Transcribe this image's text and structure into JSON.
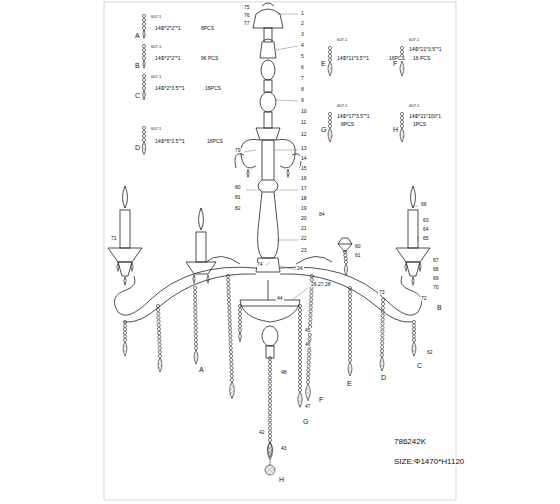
{
  "diagram": {
    "labels": [
      "A",
      "607-1",
      "14Φ*2*2\"*1",
      "8PCS",
      "B",
      "607-1",
      "14Φ*2*2\"*1",
      "96 PCS",
      "C",
      "607-1",
      "14Φ*2*3.5\"*1",
      "16PCS",
      "D",
      "607-1",
      "14Φ*6*3.5\"*1",
      "16PCS",
      "E",
      "607-1",
      "14Φ*11*3.5\"*1",
      "16PCS",
      "F",
      "607-1",
      "14Φ*21*3.5\"*1",
      "16 PCS",
      "G",
      "607-1",
      "14Φ*17*3.5\"*1",
      "8PCS",
      "H",
      "607-1",
      "14Φ*21*100*1",
      "1PCS",
      "75",
      "76",
      "77",
      "1",
      "2",
      "3",
      "4",
      "5",
      "6",
      "7",
      "8",
      "9",
      "10",
      "11",
      "12",
      "13",
      "14",
      "15",
      "16",
      "17",
      "18",
      "19",
      "20",
      "21",
      "22",
      "23",
      "24",
      "79",
      "80",
      "81",
      "82",
      "74",
      "84",
      "60",
      "61",
      "62",
      "63",
      "64",
      "65",
      "66",
      "67",
      "68",
      "69",
      "70",
      "71",
      "72",
      "73",
      "26,27,28",
      "44",
      "45",
      "46",
      "47",
      "48",
      "43",
      "42",
      "A",
      "B",
      "C",
      "D",
      "E",
      "F",
      "G",
      "H",
      "786242K",
      "SIZE:Φ1470*H1120"
    ]
  }
}
